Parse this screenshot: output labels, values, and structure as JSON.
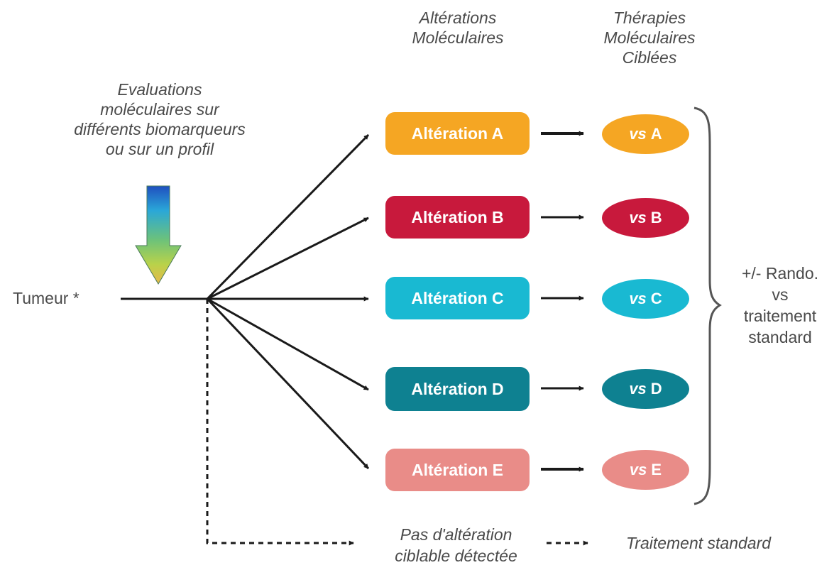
{
  "headers": {
    "alterations": "Altérations\nMoléculaires",
    "therapies": "Thérapies\nMoléculaires\nCiblées"
  },
  "evaluation_text": "Evaluations\nmoléculaires sur\ndifférents biomarqueurs\nou sur un profil",
  "tumor_label": "Tumeur *",
  "rows": [
    {
      "alteration": "Altération A",
      "therapy_prefix": "vs",
      "therapy_letter": "A",
      "color": "#f5a623"
    },
    {
      "alteration": "Altération B",
      "therapy_prefix": "vs",
      "therapy_letter": "B",
      "color": "#c8193c"
    },
    {
      "alteration": "Altération C",
      "therapy_prefix": "vs",
      "therapy_letter": "C",
      "color": "#19b9d2"
    },
    {
      "alteration": "Altération D",
      "therapy_prefix": "vs",
      "therapy_letter": "D",
      "color": "#0e8191"
    },
    {
      "alteration": "Altération E",
      "therapy_prefix": "vs",
      "therapy_letter": "E",
      "color": "#e98c88"
    }
  ],
  "randomization_text": "+/- Rando.\nvs\ntraitement\nstandard",
  "no_alteration_text": "Pas d'altération\nciblable détectée",
  "standard_treatment_text": "Traitement standard",
  "icons": {
    "evaluation_arrow": "down-arrow-icon"
  }
}
